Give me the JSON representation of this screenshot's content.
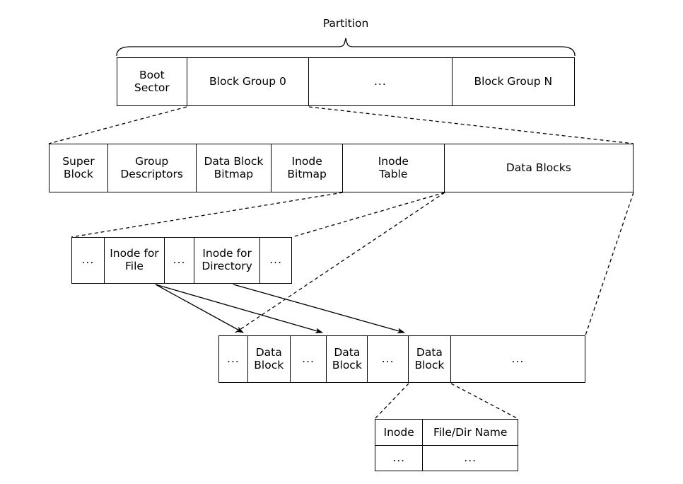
{
  "diagram": {
    "title_caption": "Partition",
    "colors": {
      "stroke": "#000000",
      "background": "#ffffff",
      "text": "#000000"
    },
    "rows": {
      "partition": {
        "name": "partition-row",
        "cells": [
          {
            "label": "Boot\nSector",
            "kind": "boot-sector"
          },
          {
            "label": "Block Group 0",
            "kind": "block-group-0"
          },
          {
            "label": "...",
            "kind": "ellipsis"
          },
          {
            "label": "Block Group N",
            "kind": "block-group-n"
          }
        ]
      },
      "block_group": {
        "name": "block-group-row",
        "cells": [
          {
            "label": "Super\nBlock",
            "kind": "super-block"
          },
          {
            "label": "Group\nDescriptors",
            "kind": "group-descriptors"
          },
          {
            "label": "Data Block\nBitmap",
            "kind": "data-block-bitmap"
          },
          {
            "label": "Inode\nBitmap",
            "kind": "inode-bitmap"
          },
          {
            "label": "Inode\nTable",
            "kind": "inode-table"
          },
          {
            "label": "Data Blocks",
            "kind": "data-blocks"
          }
        ]
      },
      "inode_table": {
        "name": "inode-table-row",
        "cells": [
          {
            "label": "...",
            "kind": "ellipsis"
          },
          {
            "label": "Inode for\nFile",
            "kind": "inode-for-file"
          },
          {
            "label": "...",
            "kind": "ellipsis"
          },
          {
            "label": "Inode for\nDirectory",
            "kind": "inode-for-directory"
          },
          {
            "label": "...",
            "kind": "ellipsis"
          }
        ]
      },
      "data_blocks": {
        "name": "data-blocks-row",
        "cells": [
          {
            "label": "...",
            "kind": "ellipsis"
          },
          {
            "label": "Data\nBlock",
            "kind": "data-block"
          },
          {
            "label": "...",
            "kind": "ellipsis"
          },
          {
            "label": "Data\nBlock",
            "kind": "data-block"
          },
          {
            "label": "...",
            "kind": "ellipsis"
          },
          {
            "label": "Data\nBlock",
            "kind": "data-block"
          },
          {
            "label": "...",
            "kind": "ellipsis"
          }
        ]
      }
    },
    "dirent_table": {
      "name": "directory-entry-table",
      "headers": [
        "Inode",
        "File/Dir Name"
      ],
      "rows": [
        [
          "...",
          "..."
        ]
      ]
    }
  }
}
